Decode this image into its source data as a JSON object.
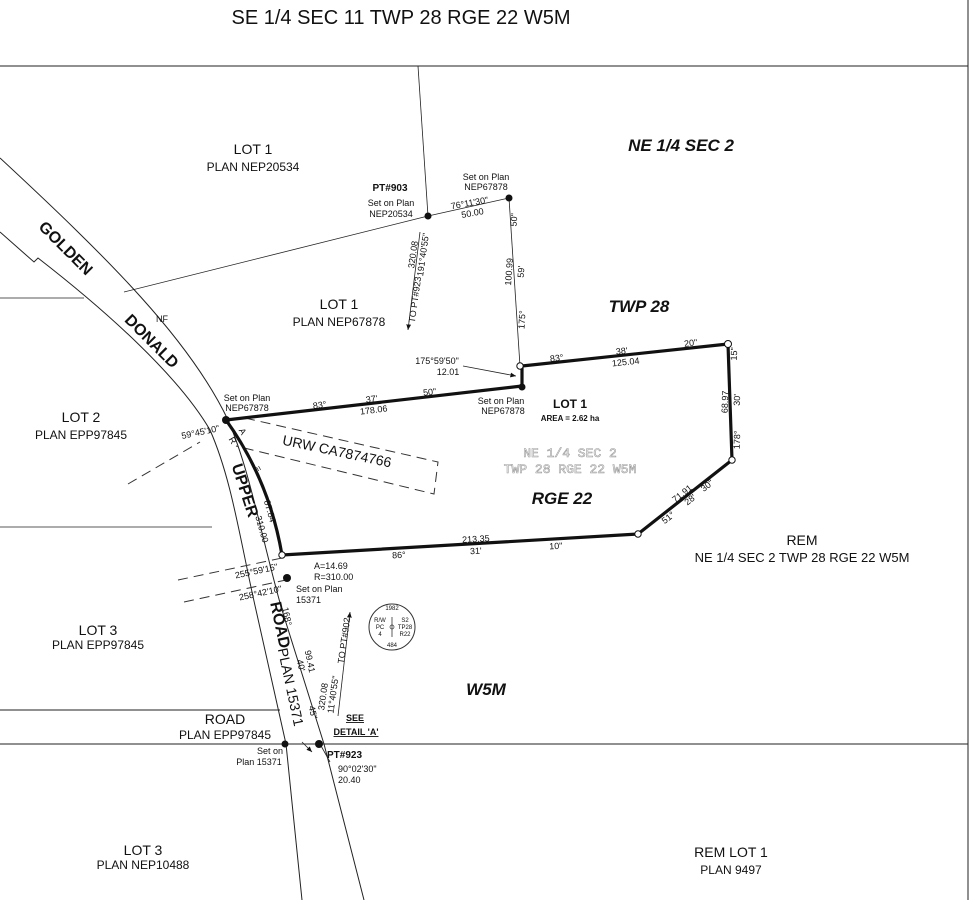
{
  "title": "SE 1/4 SEC 11 TWP 28 RGE 22 W5M",
  "parcels": {
    "lot1_nep20534": {
      "name": "LOT 1",
      "plan": "PLAN NEP20534"
    },
    "lot1_nep67878": {
      "name": "LOT 1",
      "plan": "PLAN NEP67878"
    },
    "lot2": {
      "name": "LOT 2",
      "plan": "PLAN EPP97845"
    },
    "lot3_epp": {
      "name": "LOT 3",
      "plan": "PLAN EPP97845"
    },
    "road": {
      "name": "ROAD",
      "plan": "PLAN EPP97845"
    },
    "lot3_nep": {
      "name": "LOT 3",
      "plan": "PLAN NEP10488"
    },
    "rem_lot1": {
      "name": "REM LOT 1",
      "plan": "PLAN 9497"
    },
    "rem": {
      "name": "REM",
      "desc": "NE 1/4 SEC 2 TWP 28 RGE 22 W5M"
    },
    "subject": {
      "name": "LOT 1",
      "area": "AREA = 2.62 ha"
    }
  },
  "quarter_labels": {
    "ne_sec2": "NE 1/4 SEC 2",
    "twp": "TWP 28",
    "rge": "RGE 22",
    "mer": "W5M",
    "ghost_line1": "NE 1/4 SEC 2",
    "ghost_line2": "TWP 28 RGE 22 W5M"
  },
  "roads": {
    "golden": "GOLDEN",
    "donald": "DONALD",
    "upper": "UPPER",
    "road": "ROAD",
    "plan": "PLAN 15371"
  },
  "points": {
    "pt903": "PT#903",
    "pt903_set": "Set on Plan",
    "pt903_plan": "NEP20534",
    "pt923": "PT#923",
    "pt923_angle": "90°02'30\"",
    "pt923_dist": "20.40",
    "nep67878_top_set": "Set on Plan",
    "nep67878_top_plan": "NEP67878",
    "nep67878_mid_set": "Set on Plan",
    "nep67878_mid_plan": "NEP67878",
    "nep67878_left_set": "Set on Plan",
    "nep67878_left_plan": "NEP67878",
    "p15371_set": "Set on Plan",
    "p15371_plan": "15371",
    "p15371b_set": "Set on",
    "p15371b_plan": "Plan 15371"
  },
  "dims": {
    "brg_top": "76°11'30\"",
    "dist_top": "50.00",
    "tie_dist": "320.08",
    "tie_brg": "191°40'55\"",
    "tie_note": "TO PT#923",
    "east_seg": "100.99",
    "east_b1": "50\"",
    "east_b2": "59'",
    "east_b3": "175°",
    "jog_angle": "175°59'50\"",
    "jog_dist": "12.01",
    "north_deg": "83°",
    "north_min": "38'",
    "north_sec": "20\"",
    "north_dist": "125.04",
    "wn_deg": "83°",
    "wn_min": "37'",
    "wn_sec": "50\"",
    "wn_dist": "178.06",
    "east_side_sec": "15\"",
    "east_side_dist": "68.97",
    "east_side_min": "30'",
    "east_side_deg": "178°",
    "se_dist": "71.91",
    "se_deg": "51°",
    "se_min": "28'",
    "se_sec": "30\"",
    "south_dist": "213.35",
    "south_deg": "86°",
    "south_min": "31'",
    "south_sec": "10\"",
    "west_angle": "59°45'10\"",
    "arc_r": "R",
    "arc_a": "A",
    "arc_eq": "=",
    "arc_87": "87.84",
    "arc_310": "310.00",
    "curve_a": "A=14.69",
    "curve_r": "R=310.00",
    "ang_255": "255°59'15\"",
    "ang_258": "258°42'10\"",
    "road_168": "168°",
    "road_40": "40'",
    "road_45": "45\"",
    "road_99": "99.41",
    "nf": "NF",
    "tie2_dist": "320.08",
    "tie2_brg": "11°40'55\"",
    "tie2_note": "TO PT#902"
  },
  "row": {
    "urw": "URW CA7874766"
  },
  "see_detail": {
    "line1": "SEE",
    "line2": "DETAIL 'A'"
  },
  "monument": {
    "top": "1982",
    "rw": "R/W",
    "pc": "PC",
    "four": "4",
    "s2": "S2",
    "tp": "TP28",
    "r22": "R22",
    "bottom": "484"
  }
}
